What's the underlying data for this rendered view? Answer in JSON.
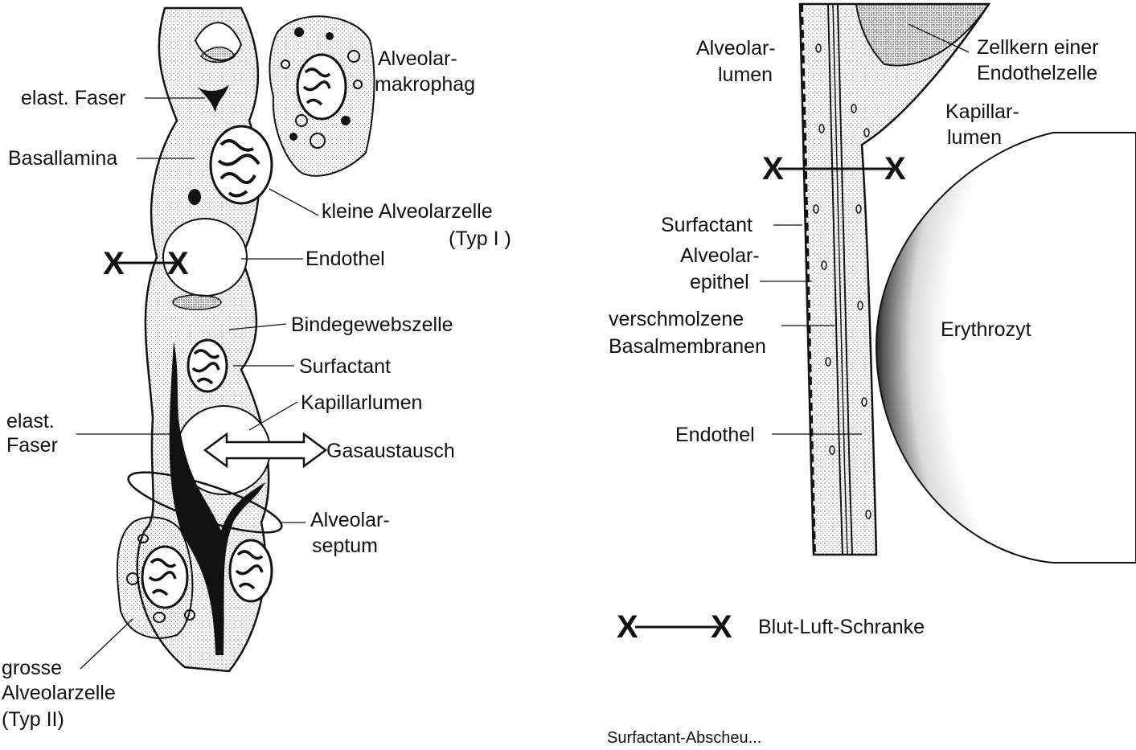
{
  "left_figure": {
    "labels": {
      "elast_faser_top": "elast. Faser",
      "basallamina": "Basallamina",
      "alveolarmakrophag_1": "Alveolar-",
      "alveolarmakrophag_2": "makrophag",
      "kleine_alveolarzelle_1": "kleine Alveolarzelle",
      "kleine_alveolarzelle_2": "(Typ I )",
      "endothel": "Endothel",
      "bindegewebszelle": "Bindegewebszelle",
      "surfactant": "Surfactant",
      "kapillarlumen": "Kapillarlumen",
      "gasaustausch": "Gasaustausch",
      "elast_faser_left_1": "elast.",
      "elast_faser_left_2": "Faser",
      "alveolarseptum_1": "Alveolar-",
      "alveolarseptum_2": "septum",
      "grosse_alveolarzelle_1": "grosse",
      "grosse_alveolarzelle_2": "Alveolarzelle",
      "grosse_alveolarzelle_3": "(Typ II)"
    },
    "barrier_marker": "X"
  },
  "right_figure": {
    "labels": {
      "alveolarlumen_1": "Alveolar-",
      "alveolarlumen_2": "lumen",
      "zellkern_1": "Zellkern einer",
      "zellkern_2": "Endothelzelle",
      "kapillarlumen_1": "Kapillar-",
      "kapillarlumen_2": "lumen",
      "surfactant": "Surfactant",
      "alveolarepithel_1": "Alveolar-",
      "alveolarepithel_2": "epithel",
      "basalmembranen_1": "verschmolzene",
      "basalmembranen_2": "Basalmembranen",
      "erythrozyt": "Erythrozyt",
      "endothel": "Endothel"
    },
    "barrier_marker": "X"
  },
  "legend": {
    "marker": "X",
    "label": "Blut-Luft-Schranke"
  },
  "footer_text": "Surfactant-Abscheu..."
}
